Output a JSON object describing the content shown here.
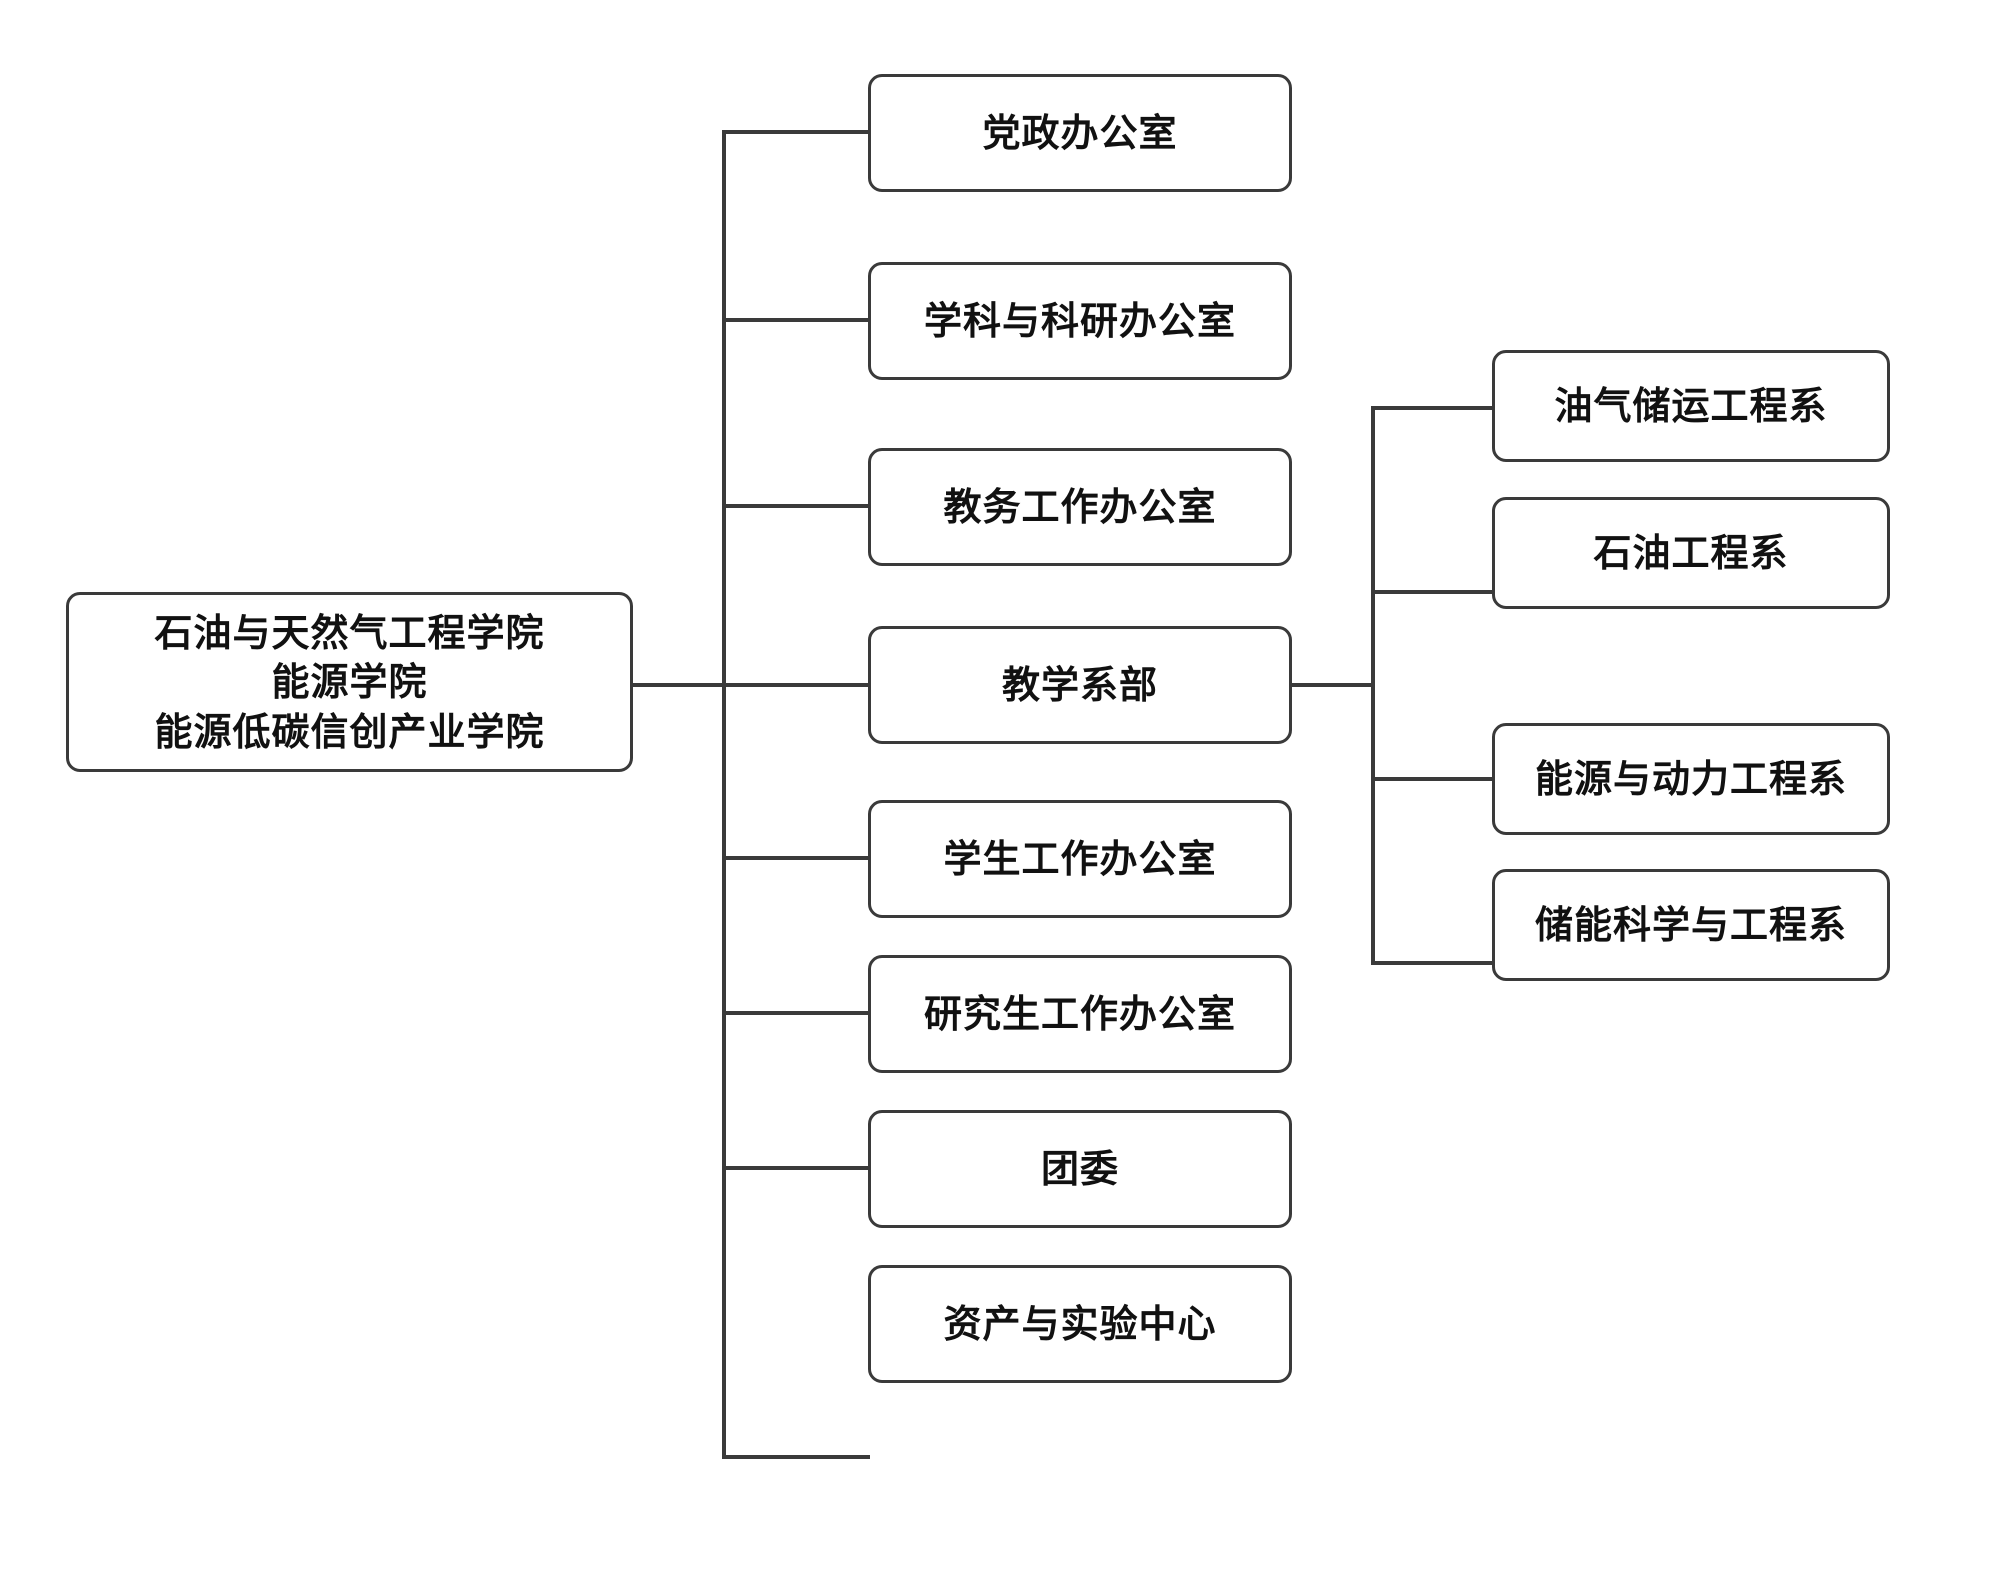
{
  "diagram": {
    "type": "organizational-chart",
    "orientation": "left-to-right",
    "background_color": "#ffffff",
    "border_color": "#3a3a3a",
    "text_color": "#111111",
    "root": {
      "id": "root",
      "lines": [
        "石油与天然气工程学院",
        "能源学院",
        "能源低碳信创产业学院"
      ],
      "full_label": "石油与天然气工程学院 能源学院 能源低碳信创产业学院"
    },
    "level1": [
      {
        "id": "party-admin-office",
        "label": "党政办公室"
      },
      {
        "id": "discipline-research-office",
        "label": "学科与科研办公室"
      },
      {
        "id": "academic-affairs-office",
        "label": "教务工作办公室"
      },
      {
        "id": "teaching-departments",
        "label": "教学系部"
      },
      {
        "id": "student-affairs-office",
        "label": "学生工作办公室"
      },
      {
        "id": "graduate-affairs-office",
        "label": "研究生工作办公室"
      },
      {
        "id": "youth-league-committee",
        "label": "团委"
      },
      {
        "id": "assets-lab-center",
        "label": "资产与实验中心"
      }
    ],
    "level2_parent": "教学系部",
    "level2": [
      {
        "id": "oil-gas-storage-transport-dept",
        "label": "油气储运工程系"
      },
      {
        "id": "petroleum-engineering-dept",
        "label": "石油工程系"
      },
      {
        "id": "energy-power-engineering-dept",
        "label": "能源与动力工程系"
      },
      {
        "id": "energy-storage-engineering-dept",
        "label": "储能科学与工程系"
      }
    ]
  }
}
